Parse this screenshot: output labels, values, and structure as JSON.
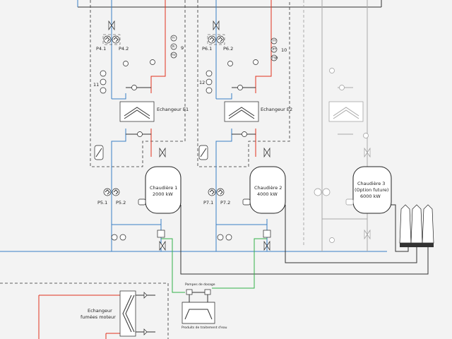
{
  "exchangers": {
    "e1": "Echangeur E1",
    "e2": "Echangeur E2",
    "fumes_line1": "Echangeur",
    "fumes_line2": "fumées moteur"
  },
  "boilers": {
    "b1": {
      "line1": "Chaudière 1",
      "line2": "2000 kW"
    },
    "b2": {
      "line1": "Chaudière 2",
      "line2": "4000 kW"
    },
    "b3": {
      "line1": "Chaudière 3",
      "line2": "(Option future)",
      "line3": "6000 kW"
    }
  },
  "pumps": {
    "p41": "P4.1",
    "p42": "P4.2",
    "p61": "P6.1",
    "p62": "P6.2",
    "p51": "P5.1",
    "p52": "P5.2",
    "p71": "P7.1",
    "p72": "P7.2"
  },
  "tags": {
    "t9": "9",
    "t10": "10",
    "t11": "11",
    "t12": "12"
  },
  "instrument_tags": {
    "ti": "TI",
    "pi": "PI",
    "tic": "TIC",
    "tt": "TT",
    "pt": "PT",
    "tsh": "TSH",
    "fi": "FI"
  },
  "dosing": {
    "pumps_label": "Pompes de dosage",
    "product_label": "Produits de traitement d'eau"
  },
  "colors": {
    "hot_line": "#e0301e",
    "return_line": "#3a7fc4",
    "future_line": "#a8a8a8",
    "dosing_line": "#33b24a",
    "flue_line": "#333333"
  }
}
